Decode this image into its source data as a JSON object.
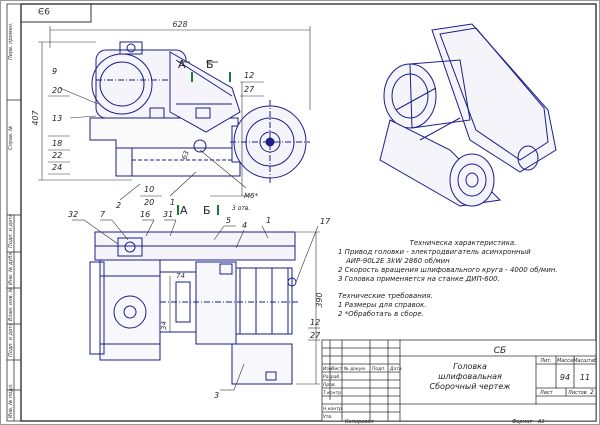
{
  "drawing": {
    "dims": {
      "top_left": "9Э",
      "overall_width": "628",
      "overall_height": "407",
      "bottom_height": "390",
      "d34": "34",
      "d74": "74",
      "d63": "63"
    },
    "section_marks": {
      "a": "А",
      "b": "Б"
    },
    "weld_note": {
      "main": "М6*",
      "sub": "3 отв."
    },
    "callouts_front": [
      "9",
      "20",
      "13",
      "18",
      "22",
      "24",
      "12",
      "27",
      "10",
      "20",
      "2",
      "1"
    ],
    "callouts_plan": [
      "32",
      "7",
      "16",
      "31",
      "5",
      "4",
      "1",
      "17",
      "3",
      "12",
      "27"
    ],
    "margin_labels": [
      "Перв. примен.",
      "Справ. №",
      "Подп. и дата",
      "Инв. № дубл.",
      "Взам. инв. №",
      "Подп. и дата",
      "Инв. № подл."
    ]
  },
  "technical": {
    "title": "Техническа характеристика.",
    "lines": [
      "1 Привод головки - электродвигатель асинхронный",
      "АИР-90L2E 3kW 2860 об/мин",
      "2 Скорость вращения шлифовального круга - 4000 об/мин.",
      "3 Головка применяется на станке ДИП-600."
    ]
  },
  "requirements": {
    "title": "Технические требования.",
    "lines": [
      "1 Размеры для справок.",
      "2 *Обработать в сборе."
    ]
  },
  "title_block": {
    "designation": "СБ",
    "name_lines": [
      "Головка",
      "шлифовальная",
      "Сборочный чертеж"
    ],
    "headers": {
      "lit": "Лит.",
      "mass": "Масса",
      "scale": "Масштаб"
    },
    "mass": "94",
    "scale": "11",
    "sheet_label": "Лист",
    "sheets_label": "Листов",
    "sheets_count": "2",
    "row_labels": [
      "Изм.",
      "Лист",
      "№ докум.",
      "Подп.",
      "Дата"
    ],
    "role_labels": [
      "Разраб.",
      "Пров.",
      "Т.контр.",
      "Н.контр.",
      "Утв."
    ],
    "copied": "Копировал",
    "format_label": "Формат",
    "format": "А3"
  }
}
